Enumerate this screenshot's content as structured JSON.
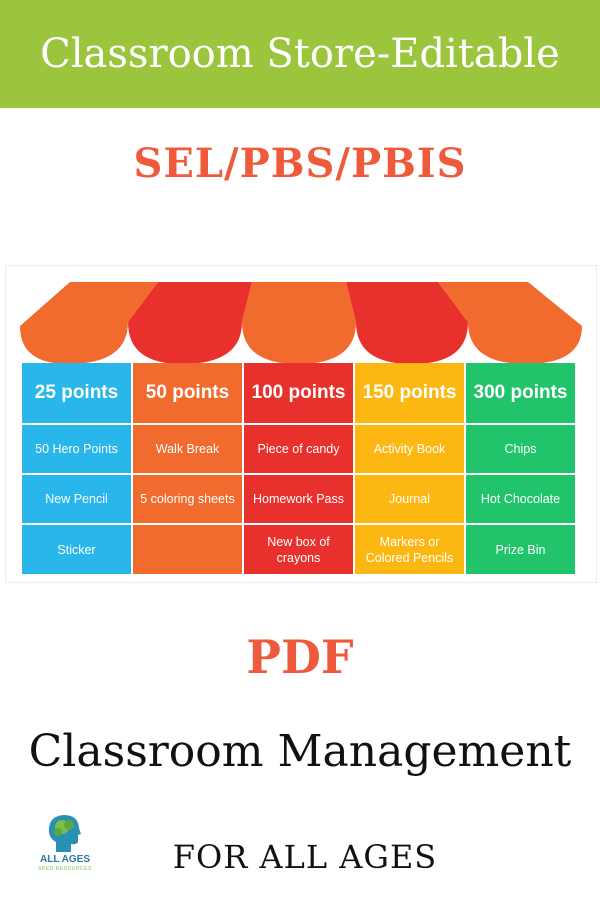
{
  "banner": {
    "title": "Classroom Store-Editable",
    "background": "#9bc53d"
  },
  "subtitle": "SEL/PBS/PBIS",
  "store": {
    "columns": [
      {
        "header": "25 points",
        "color": "#29b6ea",
        "items": [
          "50 Hero Points",
          "New Pencil",
          "Sticker"
        ]
      },
      {
        "header": "50 points",
        "color": "#f26b2e",
        "items": [
          "Walk Break",
          "5 coloring sheets",
          ""
        ]
      },
      {
        "header": "100 points",
        "color": "#e8312d",
        "items": [
          "Piece of candy",
          "Homework Pass",
          "New box of crayons"
        ]
      },
      {
        "header": "150 points",
        "color": "#fdb713",
        "items": [
          "Activity Book",
          "Journal",
          "Markers or Colored Pencils"
        ]
      },
      {
        "header": "300 points",
        "color": "#22c46b",
        "items": [
          "Chips",
          "Hot Chocolate",
          "Prize Bin"
        ]
      }
    ],
    "awning_colors": [
      "#f26b2e",
      "#e8312d",
      "#f26b2e",
      "#e8312d",
      "#f26b2e"
    ]
  },
  "format": "PDF",
  "headline": "Classroom Management",
  "tagline": "FOR ALL AGES",
  "logo": {
    "name": "ALL AGES",
    "sub": "SPED RESOURCES",
    "icon": "head-brain-icon"
  }
}
